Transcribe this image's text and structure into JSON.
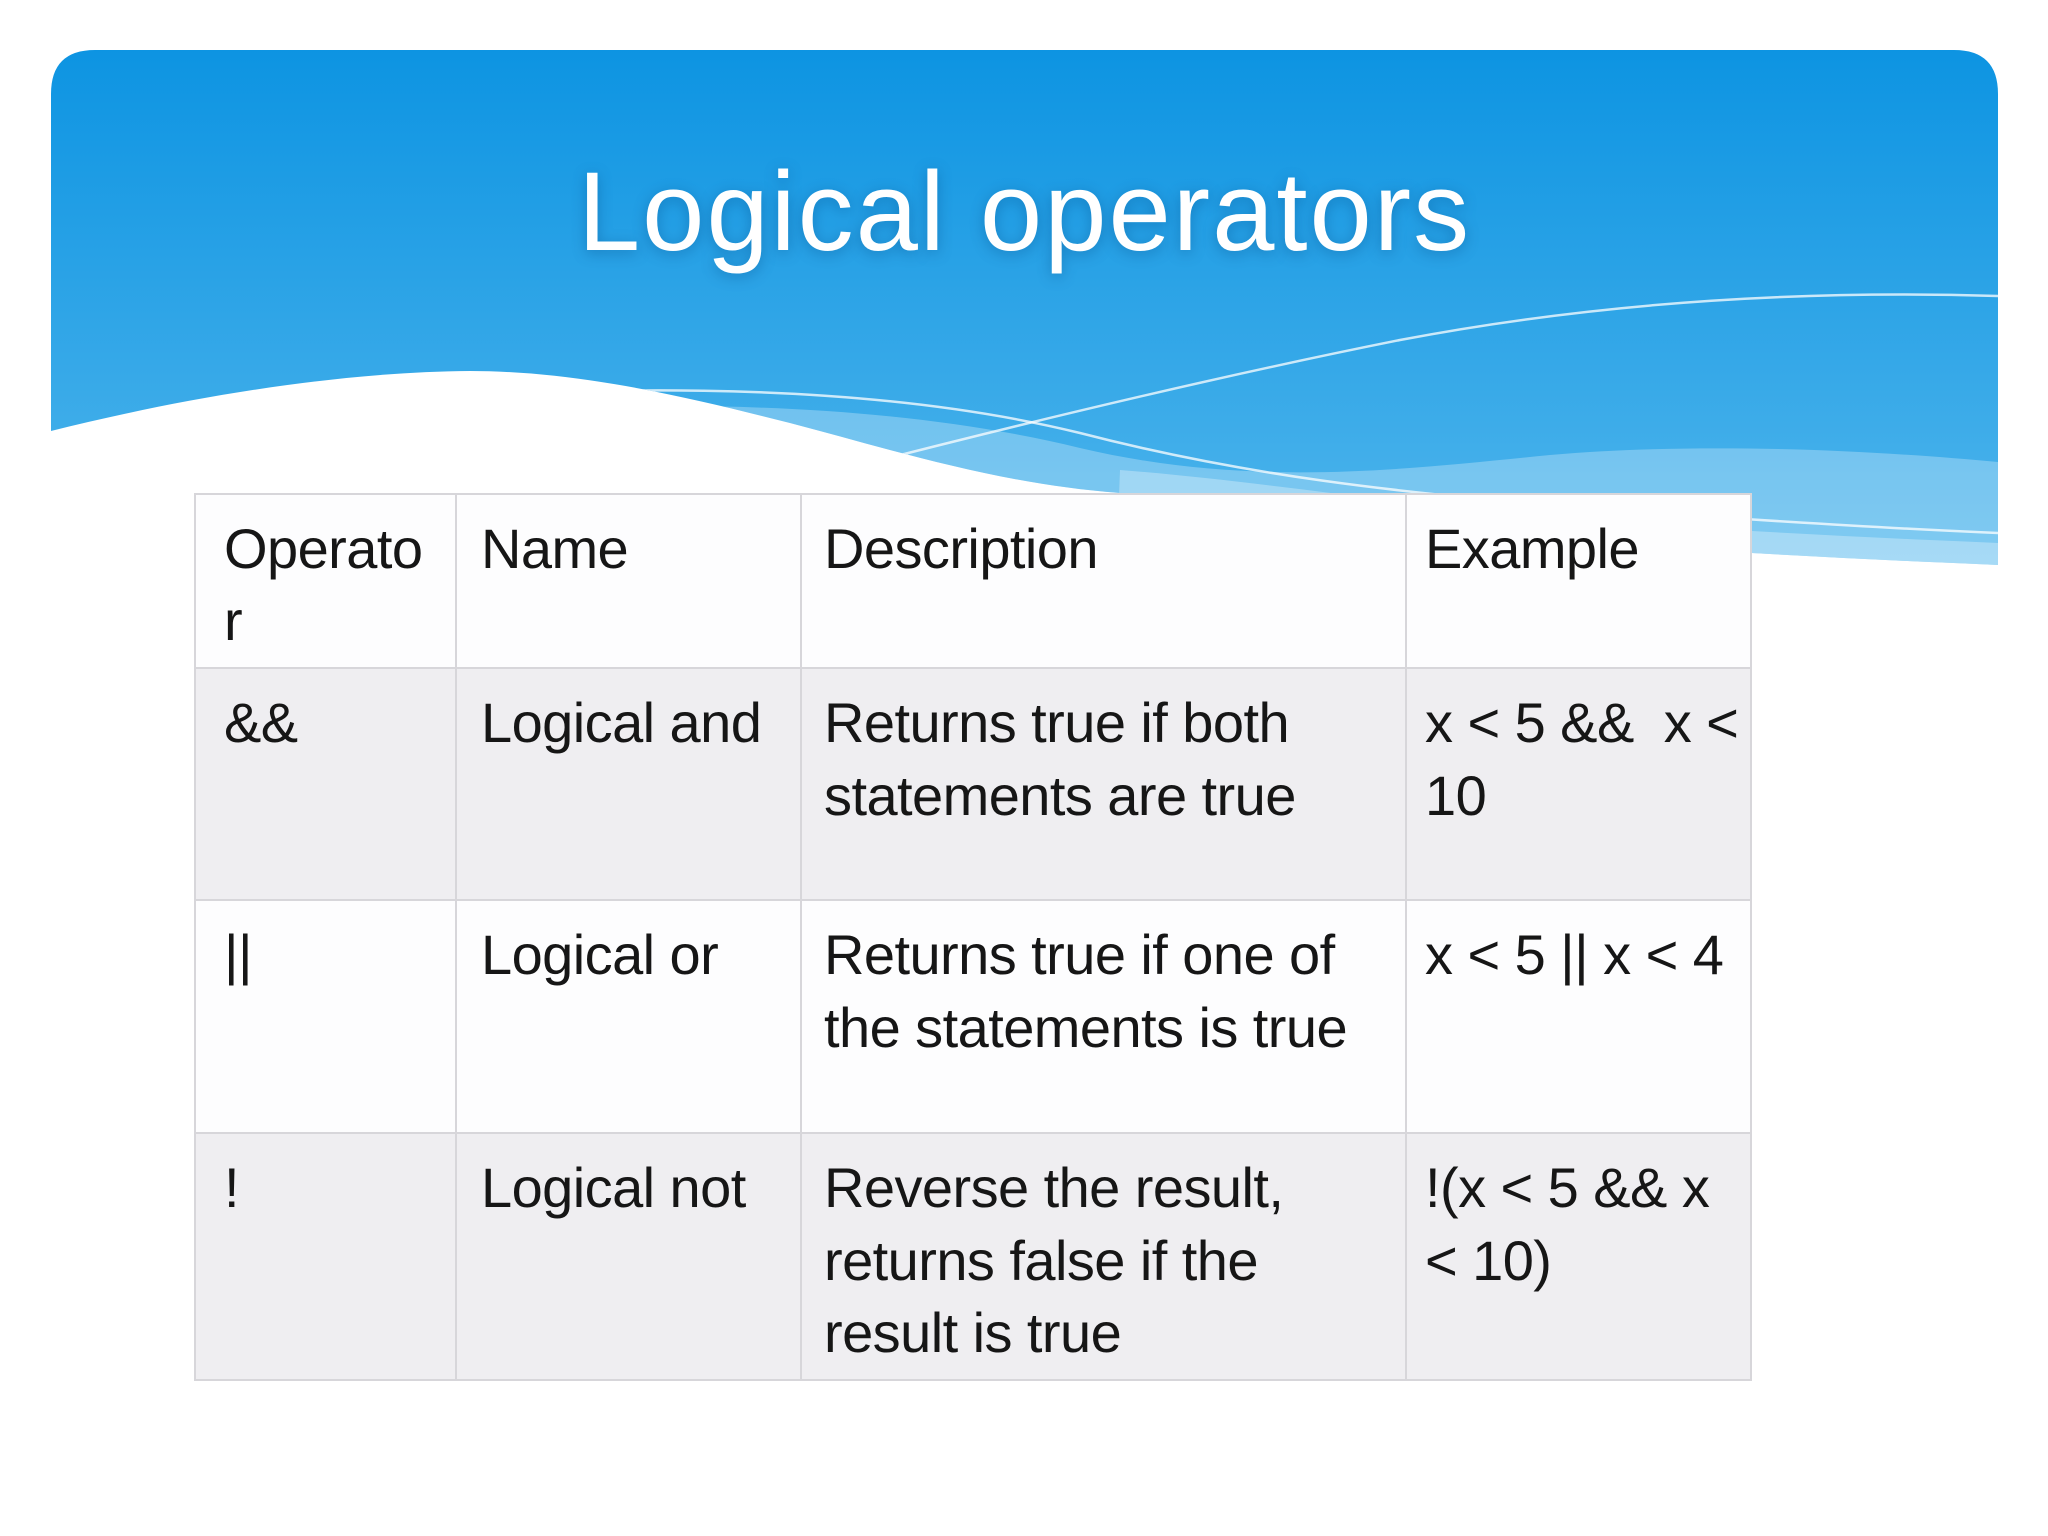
{
  "slide": {
    "title": "Logical operators",
    "colors": {
      "blue_top": "#0d94e2",
      "blue_mid": "#3dace9",
      "blue_bottom": "#6fc7f3",
      "row_alt_bg": "#efeef1",
      "row_bg": "#fdfdfe",
      "grid_border": "#d7d6da",
      "text": "#161616",
      "title_color": "#ffffff"
    },
    "table": {
      "headers": [
        "Operator",
        "Name",
        "Description",
        "Example"
      ],
      "rows": [
        {
          "operator": "&&",
          "name": "Logical and",
          "description": "Returns true if both statements are true",
          "example": "x < 5 &&  x < 10"
        },
        {
          "operator": "||",
          "name": "Logical or",
          "description": "Returns true if one of the statements is true",
          "example": "x < 5 || x < 4"
        },
        {
          "operator": "!",
          "name": "Logical not",
          "description": "Reverse the result, returns false if the result is true",
          "example": "!(x < 5 && x < 10)"
        }
      ]
    }
  }
}
